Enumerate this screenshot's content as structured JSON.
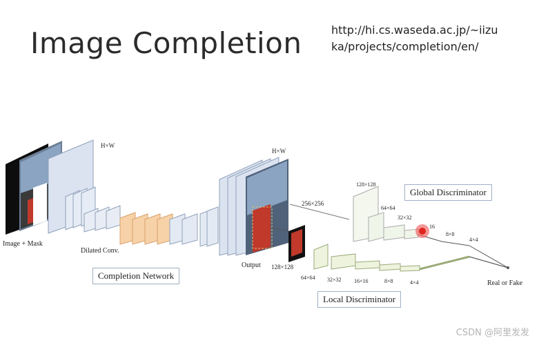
{
  "slide": {
    "title": "Image Completion",
    "url_line1": "http://hi.cs.waseda.ac.jp/~iizu",
    "url_line2": "ka/projects/completion/en/"
  },
  "diagram": {
    "input_label": "Image + Mask",
    "dilated_label": "Dilated Conv.",
    "completion_network": "Completion Network",
    "output_label": "Output",
    "crop_label": "128×128",
    "global_disc": "Global Discriminator",
    "local_disc": "Local Discriminator",
    "real_or_fake": "Real or Fake",
    "dim_hw_in": "H×W",
    "dim_hw_out": "H×W",
    "dim_global_in": "256×256",
    "global_sizes": [
      "128×128",
      "64×64",
      "32×32",
      "16",
      "8×8",
      "4×4"
    ],
    "local_sizes": [
      "64×64",
      "32×32",
      "16×16",
      "8×8",
      "4×4"
    ]
  },
  "watermark": "CSDN @阿里发发"
}
